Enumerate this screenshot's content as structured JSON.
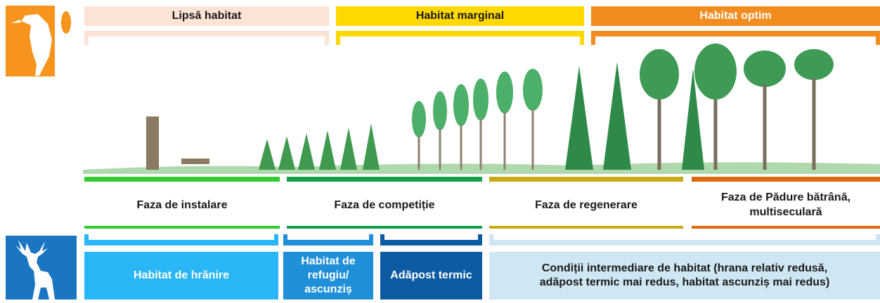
{
  "woodpecker_habitat": [
    {
      "label": "Lipsă habitat",
      "color": "#fbe3d6",
      "text_color": "#1a1a1a"
    },
    {
      "label": "Habitat marginal",
      "color": "#ffd800",
      "text_color": "#1a1a1a"
    },
    {
      "label": "Habitat optim",
      "color": "#f28c1e",
      "text_color": "#ffffff"
    }
  ],
  "phases": [
    {
      "label": "Faza de instalare",
      "color": "#33cc33"
    },
    {
      "label": "Faza de competiție",
      "color": "#13a04a"
    },
    {
      "label": "Faza de regenerare",
      "color": "#c7aa14"
    },
    {
      "label": "Faza de Pădure bătrână,\nmultiseculară",
      "color": "#e06a10"
    }
  ],
  "deer_habitat": [
    {
      "label": "Habitat de hrănire",
      "color": "#29b6f6",
      "text_color": "#ffffff"
    },
    {
      "label": "Habitat de\nrefugiu/\nascunziș",
      "color": "#1e8fd8",
      "text_color": "#ffffff"
    },
    {
      "label": "Adăpost termic",
      "color": "#0d5ba3",
      "text_color": "#ffffff"
    },
    {
      "label": "Condiții intermediare de habitat (hrana relativ redusă,\nadăpost termic mai redus, habitat ascunziș mai redus)",
      "color": "#cfe6f3",
      "text_color": "#1a1a1a"
    }
  ],
  "icons": {
    "woodpecker": {
      "name": "woodpecker-icon",
      "color": "#f7941d"
    },
    "deer": {
      "name": "deer-icon",
      "color": "#1a75c2"
    }
  }
}
